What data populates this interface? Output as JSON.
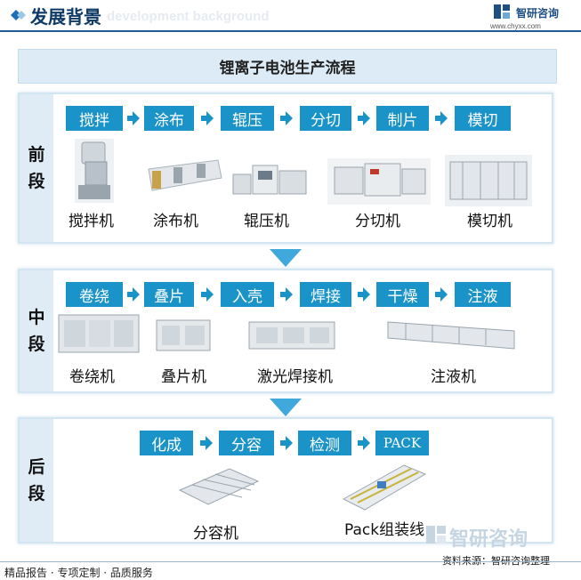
{
  "header": {
    "title": "发展背景",
    "subtitle_watermark": "development background",
    "brand": "智研咨询",
    "url": "www.chyxx.com"
  },
  "title": "锂离子电池生产流程",
  "sections": [
    {
      "stage": [
        "前",
        "段"
      ],
      "steps": [
        "搅拌",
        "涂布",
        "辊压",
        "分切",
        "制片",
        "模切"
      ],
      "machines": [
        "搅拌机",
        "涂布机",
        "辊压机",
        "分切机",
        "模切机"
      ]
    },
    {
      "stage": [
        "中",
        "段"
      ],
      "steps": [
        "卷绕",
        "叠片",
        "入壳",
        "焊接",
        "干燥",
        "注液"
      ],
      "machines": [
        "卷绕机",
        "叠片机",
        "激光焊接机",
        "注液机"
      ]
    },
    {
      "stage": [
        "后",
        "段"
      ],
      "steps": [
        "化成",
        "分容",
        "检测",
        "PACK"
      ],
      "machines": [
        "分容机",
        "Pack组装线"
      ]
    }
  ],
  "watermark": {
    "brand": "智研咨询"
  },
  "footer": {
    "left": "精品报告 · 专项定制 · 品质服务",
    "source": "资料来源：智研咨询整理"
  },
  "colors": {
    "step_fill": "#1a93c9",
    "header_navy": "#0d3a66",
    "stage_column": "#dfecf5",
    "title_bar": "#dcebf6"
  },
  "icons": [
    "right-arrow-icon",
    "down-arrow-icon",
    "diamond-icon",
    "brand-logo-icon"
  ]
}
